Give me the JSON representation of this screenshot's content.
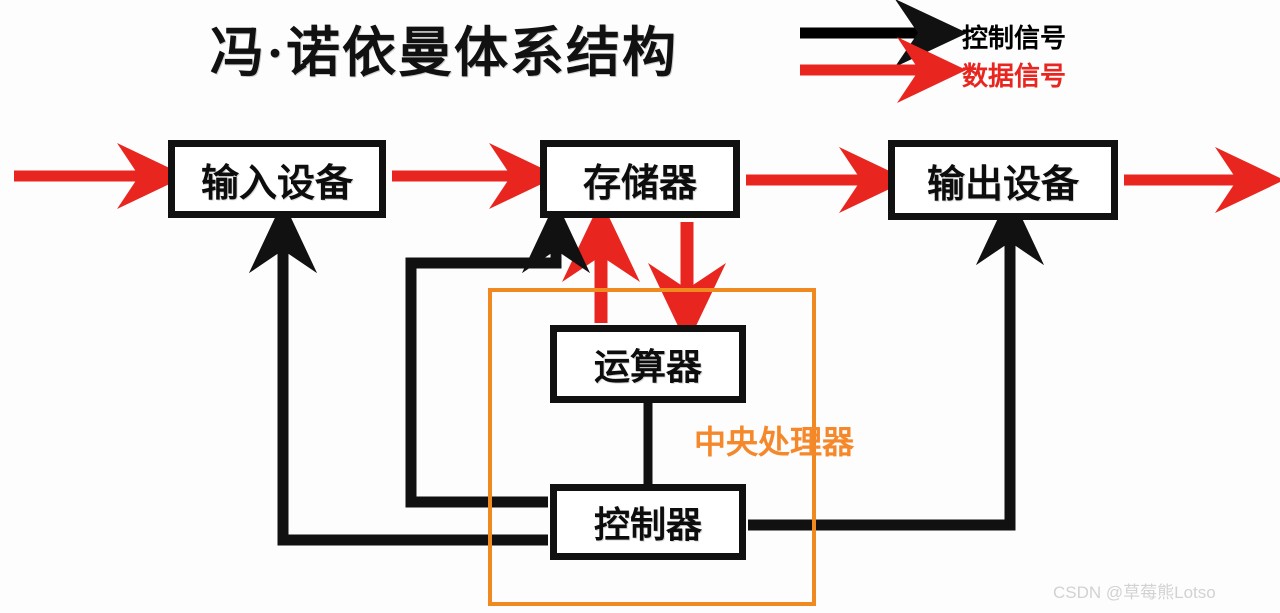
{
  "diagram": {
    "title": "冯·诺依曼体系结构",
    "cpu_group_label": "中央处理器",
    "watermark": "CSDN @草莓熊Lotso",
    "colors": {
      "control": "#111111",
      "data": "#e8251f",
      "cpu_border": "#f08a20",
      "cpu_label": "#f5882a",
      "box_border": "#111111",
      "background": "#ffffff"
    },
    "legend": [
      {
        "id": "control",
        "label": "控制信号",
        "color": "#000000",
        "arrow": "black-arrow-right"
      },
      {
        "id": "data",
        "label": "数据信号",
        "color": "#e8251f",
        "arrow": "red-arrow-right"
      }
    ],
    "nodes": [
      {
        "id": "input",
        "label": "输入设备"
      },
      {
        "id": "memory",
        "label": "存储器"
      },
      {
        "id": "output",
        "label": "输出设备"
      },
      {
        "id": "alu",
        "label": "运算器"
      },
      {
        "id": "control",
        "label": "控制器"
      }
    ],
    "edges": [
      {
        "from": "external",
        "to": "input",
        "signal": "data"
      },
      {
        "from": "input",
        "to": "memory",
        "signal": "data"
      },
      {
        "from": "memory",
        "to": "output",
        "signal": "data"
      },
      {
        "from": "output",
        "to": "external",
        "signal": "data"
      },
      {
        "from": "alu",
        "to": "memory",
        "signal": "data"
      },
      {
        "from": "memory",
        "to": "alu",
        "signal": "data"
      },
      {
        "from": "control",
        "to": "input",
        "signal": "control"
      },
      {
        "from": "control",
        "to": "memory",
        "signal": "control"
      },
      {
        "from": "control",
        "to": "output",
        "signal": "control"
      },
      {
        "from": "control",
        "to": "alu",
        "signal": "control"
      }
    ]
  }
}
